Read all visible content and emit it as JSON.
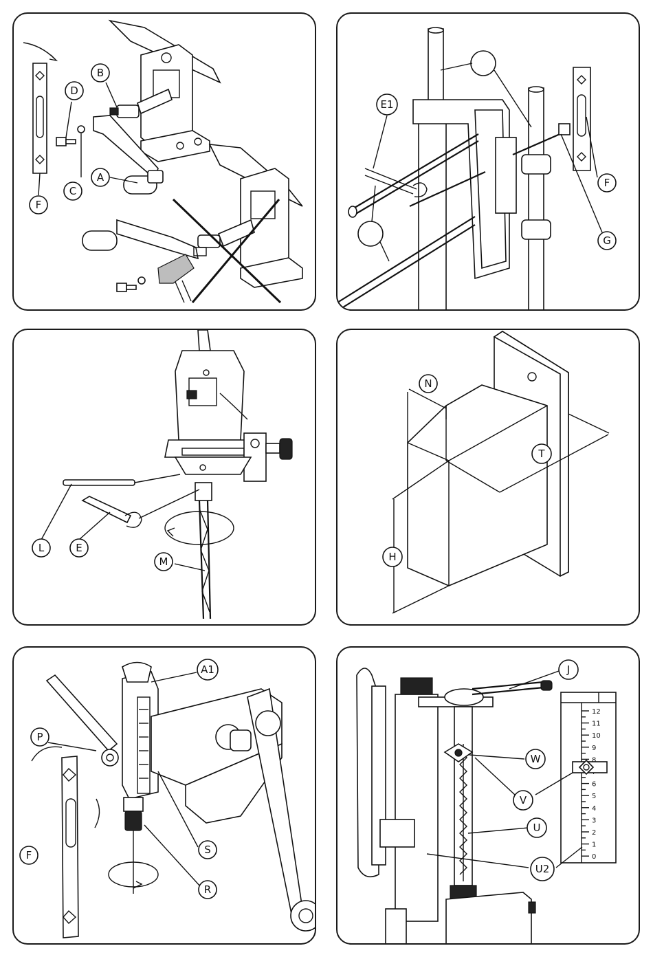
{
  "panels": [
    {
      "id": "p1",
      "labels": {
        "A": "A",
        "B": "B",
        "C": "C",
        "D": "D",
        "F": "F"
      }
    },
    {
      "id": "p2",
      "labels": {
        "E1": "E1",
        "F": "F",
        "G": "G"
      }
    },
    {
      "id": "p3",
      "labels": {
        "L": "L",
        "E": "E",
        "M": "M"
      }
    },
    {
      "id": "p4",
      "labels": {
        "N": "N",
        "T": "T",
        "H": "H"
      }
    },
    {
      "id": "p5",
      "labels": {
        "A1": "A1",
        "P": "P",
        "F": "F",
        "S": "S",
        "R": "R"
      }
    },
    {
      "id": "p6",
      "labels": {
        "J": "J",
        "W": "W",
        "V": "V",
        "U": "U",
        "U2": "U2"
      },
      "scale_ticks": [
        "12",
        "11",
        "10",
        "9",
        "8",
        "7",
        "6",
        "5",
        "4",
        "3",
        "2",
        "1",
        "0"
      ]
    }
  ]
}
